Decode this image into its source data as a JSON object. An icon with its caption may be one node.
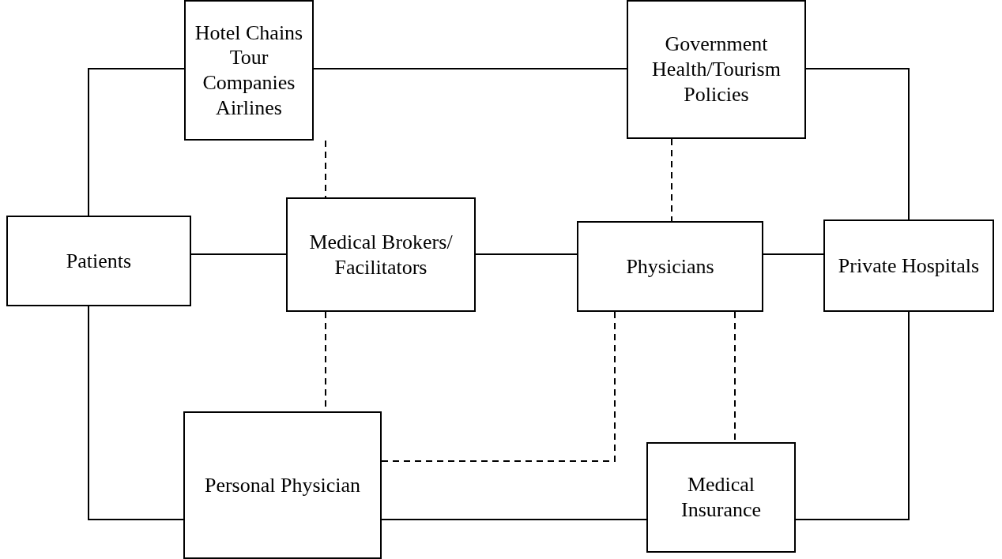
{
  "diagram": {
    "nodes": [
      {
        "text": [
          "Hotel Chains Tour Companies Airlines"
        ]
      },
      {
        "text": [
          "Government Health/Tourism Policies"
        ]
      },
      {
        "text": [
          "Patients"
        ]
      },
      {
        "text": [
          "Medical Brokers/ Facilitators"
        ]
      },
      {
        "text": [
          "Physicians"
        ]
      },
      {
        "text": [
          "Private Hospitals"
        ]
      },
      {
        "text": [
          "Personal Physician"
        ]
      },
      {
        "text": [
          "Medical Insurance"
        ]
      }
    ],
    "edges": [
      {
        "from": 2,
        "to": 0,
        "arrow": "none"
      },
      {
        "from": 0,
        "to": 1,
        "arrow": "none"
      },
      {
        "from": 1,
        "to": 5,
        "arrow": "none"
      },
      {
        "from": 0,
        "to": 3,
        "arrow": "none",
        "style": "dashed"
      },
      {
        "from": 1,
        "to": 4,
        "arrow": "none",
        "style": "dashed"
      },
      {
        "from": 2,
        "to": 3,
        "arrow": "none"
      },
      {
        "from": 3,
        "to": 4,
        "arrow": "none"
      },
      {
        "from": 4,
        "to": 5,
        "arrow": "none"
      },
      {
        "from": 2,
        "to": 6,
        "arrow": "none"
      },
      {
        "from": 3,
        "to": 6,
        "arrow": "none",
        "style": "dashed"
      },
      {
        "from": 4,
        "to": 6,
        "arrow": "none",
        "style": "dashed"
      },
      {
        "from": 4,
        "to": 7,
        "arrow": "none",
        "style": "dashed"
      },
      {
        "from": 6,
        "to": 7,
        "arrow": "none"
      },
      {
        "from": 7,
        "to": 5,
        "arrow": "none"
      }
    ]
  }
}
